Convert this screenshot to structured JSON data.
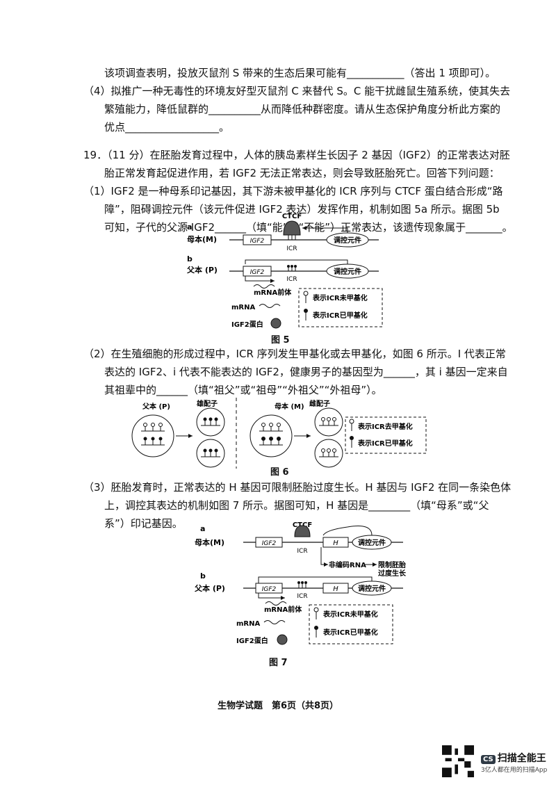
{
  "text": {
    "l1": "该项调查表明，投放灭鼠剂 S 带来的生态后果可能有___________（答出 1 项即可）。",
    "l2": "（4）拟推广一种无毒性的环境友好型灭鼠剂 C 来替代 S。C 能干扰雌鼠生殖系统，使其失去",
    "l3": "繁殖能力，降低鼠群的__________从而降低种群密度。请从生态保护角度分析此方案的",
    "l4": "优点__________________。",
    "l5": "19．（11 分）在胚胎发育过程中，人体的胰岛素样生长因子 2 基因（IGF2）的正常表达对胚",
    "l6": "胎正常发育起促进作用，若 IGF2 无法正常表达，则会导致胚胎死亡。回答下列问题：",
    "l7": "（1）IGF2 是一种母系印记基因，其下游未被甲基化的 ICR 序列与 CTCF 蛋白结合形成“路",
    "l8": "障”，阻碍调控元件（该元件促进 IGF2 表达）发挥作用，机制如图 5a 所示。据图 5b",
    "l9": "可知，子代的父源 IGF2______（填“能”或“不能”）正常表达，该遗传现象属于_______。",
    "l10": "（2）在生殖细胞的形成过程中，ICR 序列发生甲基化或去甲基化，如图 6 所示。I 代表正常",
    "l11": "表达的 IGF2、i 代表不能表达的 IGF2，健康男子的基因型为______，其 i 基因一定来自",
    "l12": "其祖辈中的______（填“祖父”或“祖母”“外祖父”“外祖母”）。",
    "l13": "（3）胚胎发育时，正常表达的 H 基因可限制胚胎过度生长。H 基因与 IGF2 在同一条染色体",
    "l14": "上，调控其表达的机制如图 7 所示。据图可知，H 基因是________（填“母系”或“父",
    "l15": "系”）印记基因。"
  },
  "fig5": {
    "caption": "图 5",
    "a": "a",
    "b": "b",
    "mother": "母本(M)",
    "father": "父本 (P)",
    "ctcf": "CTCF",
    "igf2": "IGF2",
    "icr": "ICR",
    "reg": "调控元件",
    "pre": "mRNA前体",
    "mrna": "mRNA",
    "protein": "IGF2蛋白",
    "legend_un": "表示ICR未甲基化",
    "legend_me": "表示ICR已甲基化"
  },
  "fig6": {
    "caption": "图 6",
    "father": "父本 (P)",
    "mother": "母本 (M)",
    "male_gamete": "雄配子",
    "female_gamete": "雌配子",
    "legend_de": "表示ICR去甲基化",
    "legend_me": "表示ICR已甲基化"
  },
  "fig7": {
    "caption": "图 7",
    "a": "a",
    "b": "b",
    "mother": "母本(M)",
    "father": "父本 (P)",
    "ctcf": "CTCF",
    "igf2": "IGF2",
    "icr": "ICR",
    "h": "H",
    "reg": "调控元件",
    "noncoding": "非编码RNA",
    "limit1": "限制胚胎",
    "limit2": "过度生长",
    "pre": "mRNA前体",
    "mrna": "mRNA",
    "protein": "IGF2蛋白",
    "legend_un": "表示ICR未甲基化",
    "legend_me": "表示ICR已甲基化"
  },
  "footer": "生物学试题　第6页（共8页）",
  "brand": {
    "badge": "CS",
    "name": "扫描全能王",
    "sub": "3亿人都在用的扫描App"
  }
}
